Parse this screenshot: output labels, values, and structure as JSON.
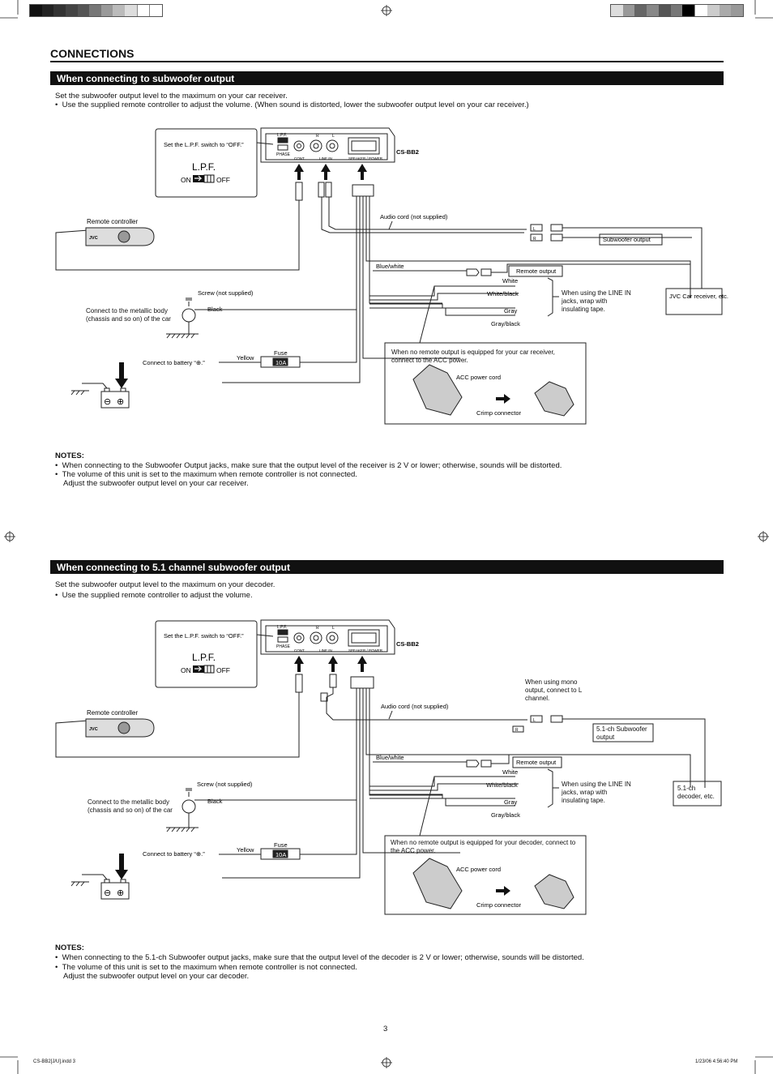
{
  "page": {
    "title": "CONNECTIONS",
    "page_number": "3",
    "footer_left": "CS-BB2[J/U].indd   3",
    "footer_right": "1/23/06   4:56:40 PM"
  },
  "section1": {
    "heading": "When connecting to subwoofer output",
    "intro": "Set the subwoofer output level to the maximum on your car receiver.",
    "bullet": "Use the supplied remote controller to adjust the volume. (When sound is distorted, lower the subwoofer output level on your car receiver.)",
    "diagram": {
      "lpf_note": "Set the L.P.F. switch to “OFF.”",
      "lpf_title": "L.P.F.",
      "on": "ON",
      "off": "OFF",
      "panel_lpf": "L.P.F.",
      "panel_phase": "PHASE",
      "panel_cont": "CONT.",
      "panel_r": "R",
      "panel_l": "L",
      "panel_line_in": "LINE IN",
      "panel_speaker": "SPEAKER / POWER",
      "model": "CS-BB2",
      "remote_controller": "Remote controller",
      "remote_brand": "JVC",
      "audio_cord": "Audio cord (not supplied)",
      "subwoofer_output": "Subwoofer output",
      "blue_white": "Blue/white",
      "remote_output": "Remote output",
      "white": "White",
      "white_black": "White/black",
      "gray": "Gray",
      "gray_black": "Gray/black",
      "line_in_note": "When using the LINE IN jacks, wrap with insulating tape.",
      "receiver": "JVC Car receiver, etc.",
      "screw": "Screw (not supplied)",
      "metal_body": "Connect to the metallic body (chassis and so on) of the car",
      "black": "Black",
      "battery": "Connect to battery “⊕.”",
      "yellow": "Yellow",
      "fuse": "Fuse",
      "fuse_rating": "10A",
      "acc_note": "When no remote output is equipped for your car receiver, connect to the ACC power.",
      "acc_cord": "ACC power cord",
      "crimp": "Crimp connector",
      "plug_l": "L",
      "plug_r": "R"
    },
    "notes_title": "NOTES:",
    "notes": [
      "When connecting to the Subwoofer Output jacks, make sure that the output level of the receiver is 2 V or lower; otherwise, sounds will be distorted.",
      "The volume of this unit is set to the maximum when remote controller is not connected.",
      "Adjust the subwoofer output level on your car receiver."
    ]
  },
  "section2": {
    "heading": "When connecting to 5.1 channel subwoofer output",
    "intro": "Set the subwoofer output level to the maximum on your decoder.",
    "bullet": "Use the supplied remote controller to adjust the volume.",
    "diagram": {
      "lpf_note": "Set the L.P.F. switch to “OFF.”",
      "lpf_title": "L.P.F.",
      "on": "ON",
      "off": "OFF",
      "panel_lpf": "L.P.F.",
      "panel_phase": "PHASE",
      "panel_cont": "CONT.",
      "panel_r": "R",
      "panel_l": "L",
      "panel_line_in": "LINE IN",
      "panel_speaker": "SPEAKER / POWER",
      "model": "CS-BB2",
      "remote_controller": "Remote controller",
      "remote_brand": "JVC",
      "audio_cord": "Audio cord (not supplied)",
      "mono_note": "When using mono output, connect to L channel.",
      "subwoofer_output": "5.1-ch Subwoofer output",
      "blue_white": "Blue/white",
      "remote_output": "Remote output",
      "white": "White",
      "white_black": "White/black",
      "gray": "Gray",
      "gray_black": "Gray/black",
      "line_in_note": "When using the LINE IN jacks, wrap with insulating tape.",
      "receiver": "5.1-ch decoder, etc.",
      "screw": "Screw (not supplied)",
      "metal_body": "Connect to the metallic body (chassis and so on) of the car",
      "black": "Black",
      "battery": "Connect to battery “⊕.”",
      "yellow": "Yellow",
      "fuse": "Fuse",
      "fuse_rating": "10A",
      "acc_note": "When no remote output is equipped for your decoder, connect to the ACC power.",
      "acc_cord": "ACC power cord",
      "crimp": "Crimp connector",
      "plug_l": "L",
      "plug_r": "R"
    },
    "notes_title": "NOTES:",
    "notes": [
      "When connecting to the 5.1-ch Subwoofer output jacks, make sure that the output level of the decoder is 2 V or lower; otherwise, sounds will be distorted.",
      "The volume of this unit is set to the maximum when remote controller is not connected.",
      "Adjust the subwoofer output level on your car decoder."
    ]
  }
}
